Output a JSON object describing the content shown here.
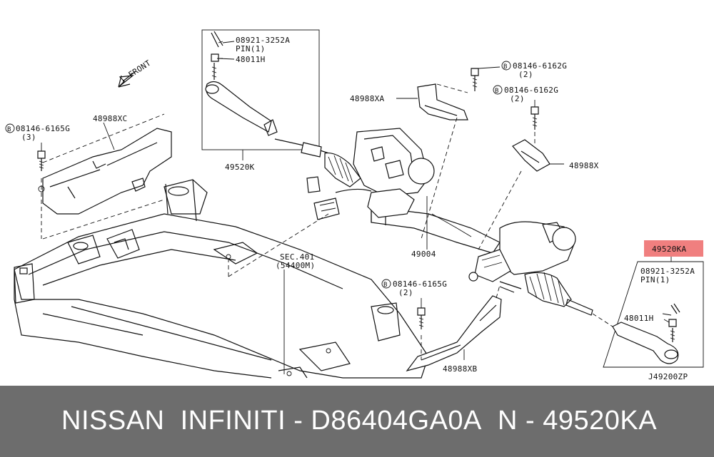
{
  "diagram": {
    "front_label": "FRONT",
    "reference_code": "J49200ZP",
    "highlight_color": "#f07f7f",
    "callouts": [
      {
        "id": "bolt-left-top",
        "code": "08146-6165G",
        "qty": "(3)",
        "badge": "B"
      },
      {
        "id": "bracket-xc",
        "code": "48988XC"
      },
      {
        "id": "pin-left",
        "code": "08921-3252A",
        "sub": "PIN(1)"
      },
      {
        "id": "nut-left",
        "code": "48011H"
      },
      {
        "id": "tie-rod-left",
        "code": "49520K"
      },
      {
        "id": "bracket-xa",
        "code": "48988XA"
      },
      {
        "id": "bolt-top-a",
        "code": "08146-6162G",
        "qty": "(2)",
        "badge": "B"
      },
      {
        "id": "bolt-top-b",
        "code": "08146-6162G",
        "qty": "(2)",
        "badge": "B"
      },
      {
        "id": "bracket-x",
        "code": "48988X"
      },
      {
        "id": "gear-assembly",
        "code": "49004"
      },
      {
        "id": "section-ref",
        "code": "SEC.401",
        "sub": "(54400M)"
      },
      {
        "id": "bolt-bottom",
        "code": "08146-6165G",
        "qty": "(2)",
        "badge": "B"
      },
      {
        "id": "bracket-xb",
        "code": "48988XB"
      },
      {
        "id": "tie-rod-right",
        "code": "49520KA",
        "highlighted": true
      },
      {
        "id": "pin-right",
        "code": "08921-3252A",
        "sub": "PIN(1)"
      },
      {
        "id": "nut-right",
        "code": "48011H"
      }
    ]
  },
  "banner": {
    "brand": "NISSAN  INFINITI - D86404GA0A",
    "part": "N - 49520KA",
    "background": "#6d6d6d"
  }
}
